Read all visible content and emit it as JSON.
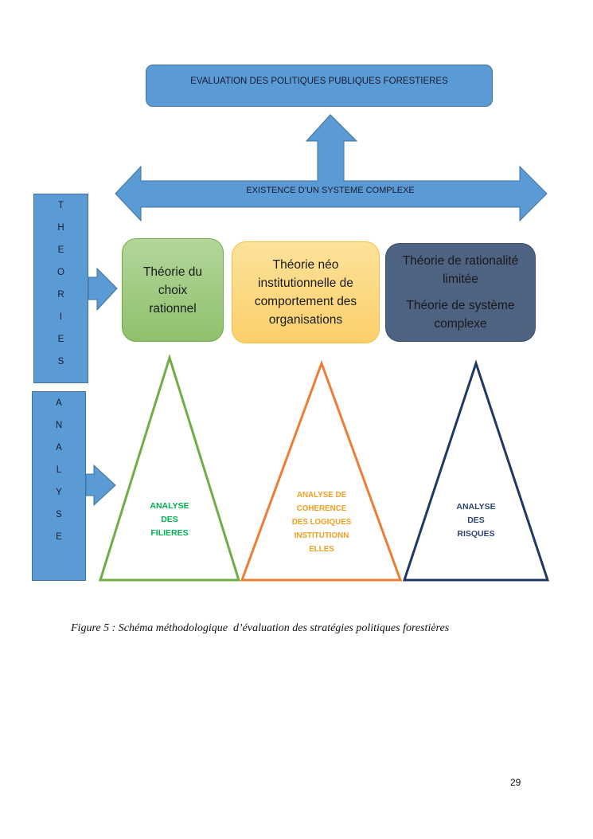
{
  "diagram": {
    "top_box": {
      "label": "EVALUATION DES POLITIQUES PUBLIQUES FORESTIERES"
    },
    "double_arrow": {
      "label": "EXISTENCE D’UN SYSTEME COMPLEXE"
    },
    "theories_bar": {
      "letters": [
        "T",
        "H",
        "E",
        "O",
        "R",
        "I",
        "E",
        "S"
      ]
    },
    "analyse_bar": {
      "letters": [
        "A",
        "N",
        "A",
        "L",
        "Y",
        "S",
        "E"
      ]
    },
    "theory_cards": [
      {
        "lines": [
          "Théorie du",
          "choix",
          "rationnel"
        ],
        "color": "#a9d18e"
      },
      {
        "lines": [
          "Théorie néo",
          "institutionnelle de",
          "comportement des",
          "organisations"
        ],
        "color": "#ffd966"
      },
      {
        "lines": [
          "Théorie de rationalité",
          "limitée"
        ],
        "lines2": [
          "Théorie de système",
          "complexe"
        ],
        "color": "#4e6282"
      }
    ],
    "analysis_triangles": [
      {
        "lines": [
          "ANALYSE",
          "DES",
          "FILIERES"
        ],
        "color": "#70ad47",
        "text_color": "#00b050"
      },
      {
        "lines": [
          "ANALYSE DE",
          "COHERENCE",
          "DES LOGIQUES",
          "INSTITUTIONN",
          "ELLES"
        ],
        "color": "#ed7d31",
        "text_color": "#f0a020"
      },
      {
        "lines": [
          "ANALYSE",
          "DES",
          "RISQUES"
        ],
        "color": "#1f3864",
        "text_color": "#2e4470"
      }
    ],
    "accent_blue": "#5b9bd5"
  },
  "caption": "Figure 5 : Schéma méthodologique  d’évaluation des stratégies politiques forestières",
  "page_number": "29"
}
